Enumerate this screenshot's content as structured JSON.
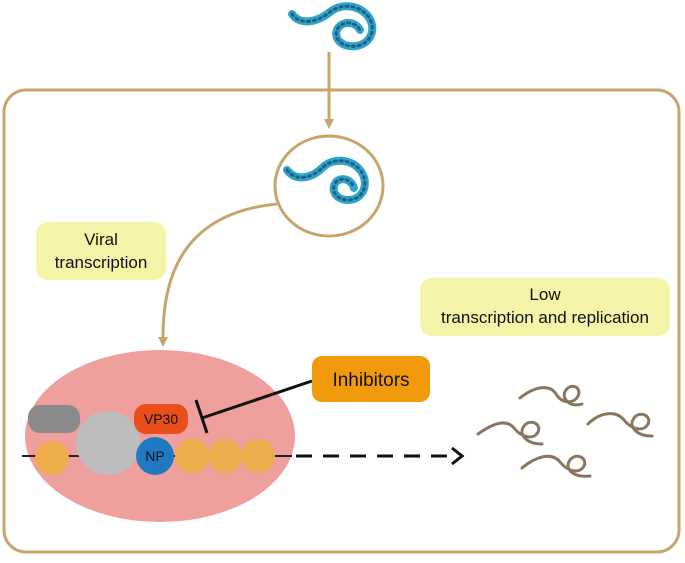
{
  "labels": {
    "viral_transcription_line1": "Viral",
    "viral_transcription_line2": "transcription",
    "low_line1": "Low",
    "low_line2": "transcription and replication",
    "inhibitors": "Inhibitors",
    "vp30": "VP30",
    "np": "NP"
  },
  "colors": {
    "cell_border": "#c9a46b",
    "arrow_tan": "#c9a46b",
    "virus_blue": "#2fa4c6",
    "virus_dots": "#1f5f8a",
    "label_box_yellow": "#f4f3a8",
    "inhibitors_box": "#f29a0c",
    "nucleocapsid_pink": "#efa09c",
    "vp30_red": "#ea4e1b",
    "np_blue": "#1f79c3",
    "np_orange": "#f0ad4e",
    "polymerase_gray": "#bdbdbd",
    "dark_gray": "#8a8a8a",
    "rna_brown": "#8a7560"
  },
  "icons": [
    "virus-filament-icon",
    "endosome-virus-icon",
    "rna-strand-icon"
  ]
}
